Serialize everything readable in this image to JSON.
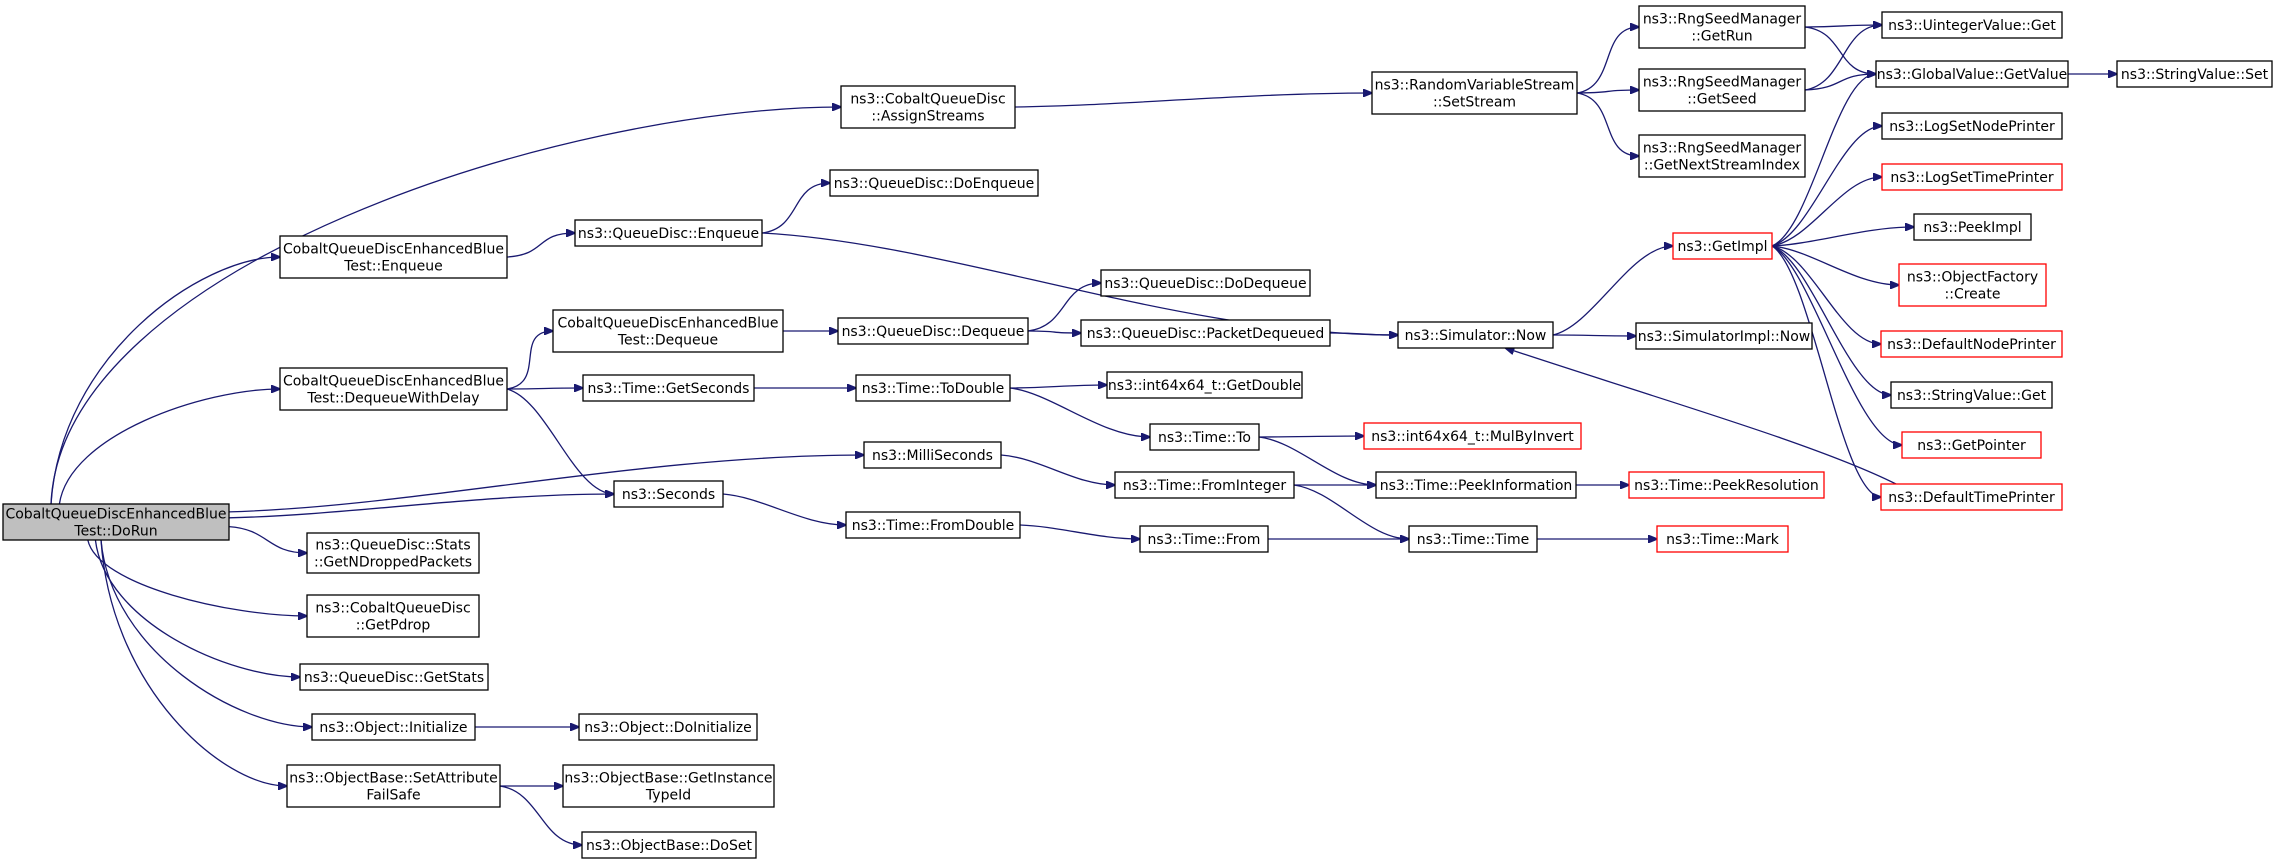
{
  "colors": {
    "edge": "#191970",
    "node_border": "#000000",
    "node_border_truncated": "#ff0000",
    "root_fill": "#bfbfbf"
  },
  "nodes": [
    {
      "id": "root",
      "lines": [
        "CobaltQueueDiscEnhancedBlue",
        "Test::DoRun"
      ],
      "style": "root"
    },
    {
      "id": "enqueue_test",
      "lines": [
        "CobaltQueueDiscEnhancedBlue",
        "Test::Enqueue"
      ]
    },
    {
      "id": "dequeue_delay",
      "lines": [
        "CobaltQueueDiscEnhancedBlue",
        "Test::DequeueWithDelay"
      ]
    },
    {
      "id": "stats_dropped",
      "lines": [
        "ns3::QueueDisc::Stats",
        "::GetNDroppedPackets"
      ]
    },
    {
      "id": "get_pdrop",
      "lines": [
        "ns3::CobaltQueueDisc",
        "::GetPdrop"
      ]
    },
    {
      "id": "get_stats",
      "lines": [
        "ns3::QueueDisc::GetStats"
      ]
    },
    {
      "id": "initialize",
      "lines": [
        "ns3::Object::Initialize"
      ]
    },
    {
      "id": "set_attr",
      "lines": [
        "ns3::ObjectBase::SetAttribute",
        "FailSafe"
      ]
    },
    {
      "id": "assign_streams",
      "lines": [
        "ns3::CobaltQueueDisc",
        "::AssignStreams"
      ]
    },
    {
      "id": "qd_doenqueue",
      "lines": [
        "ns3::QueueDisc::DoEnqueue"
      ]
    },
    {
      "id": "qd_enqueue",
      "lines": [
        "ns3::QueueDisc::Enqueue"
      ]
    },
    {
      "id": "dequeue_test",
      "lines": [
        "CobaltQueueDiscEnhancedBlue",
        "Test::Dequeue"
      ]
    },
    {
      "id": "get_seconds",
      "lines": [
        "ns3::Time::GetSeconds"
      ]
    },
    {
      "id": "seconds",
      "lines": [
        "ns3::Seconds"
      ]
    },
    {
      "id": "milliseconds",
      "lines": [
        "ns3::MilliSeconds"
      ]
    },
    {
      "id": "qd_dodequeue",
      "lines": [
        "ns3::QueueDisc::DoDequeue"
      ]
    },
    {
      "id": "qd_dequeue",
      "lines": [
        "ns3::QueueDisc::Dequeue"
      ]
    },
    {
      "id": "to_double",
      "lines": [
        "ns3::Time::ToDouble"
      ]
    },
    {
      "id": "from_double",
      "lines": [
        "ns3::Time::FromDouble"
      ]
    },
    {
      "id": "do_initialize",
      "lines": [
        "ns3::Object::DoInitialize"
      ]
    },
    {
      "id": "get_instance_typeid",
      "lines": [
        "ns3::ObjectBase::GetInstance",
        "TypeId"
      ]
    },
    {
      "id": "do_set",
      "lines": [
        "ns3::ObjectBase::DoSet"
      ]
    },
    {
      "id": "packet_dequeued",
      "lines": [
        "ns3::QueueDisc::PacketDequeued"
      ]
    },
    {
      "id": "int64_getdouble",
      "lines": [
        "ns3::int64x64_t::GetDouble"
      ]
    },
    {
      "id": "time_to",
      "lines": [
        "ns3::Time::To"
      ]
    },
    {
      "id": "from_integer",
      "lines": [
        "ns3::Time::FromInteger"
      ]
    },
    {
      "id": "time_from",
      "lines": [
        "ns3::Time::From"
      ]
    },
    {
      "id": "rvs_setstream",
      "lines": [
        "ns3::RandomVariableStream",
        "::SetStream"
      ]
    },
    {
      "id": "simulator_now",
      "lines": [
        "ns3::Simulator::Now"
      ]
    },
    {
      "id": "peek_information",
      "lines": [
        "ns3::Time::PeekInformation"
      ]
    },
    {
      "id": "time_time",
      "lines": [
        "ns3::Time::Time"
      ]
    },
    {
      "id": "rng_getrun",
      "lines": [
        "ns3::RngSeedManager",
        "::GetRun"
      ]
    },
    {
      "id": "rng_getseed",
      "lines": [
        "ns3::RngSeedManager",
        "::GetSeed"
      ]
    },
    {
      "id": "rng_nextstream",
      "lines": [
        "ns3::RngSeedManager",
        "::GetNextStreamIndex"
      ]
    },
    {
      "id": "get_impl",
      "lines": [
        "ns3::GetImpl"
      ],
      "style": "truncated"
    },
    {
      "id": "simimpl_now",
      "lines": [
        "ns3::SimulatorImpl::Now"
      ]
    },
    {
      "id": "mul_by_invert",
      "lines": [
        "ns3::int64x64_t::MulByInvert"
      ],
      "style": "truncated"
    },
    {
      "id": "peek_resolution",
      "lines": [
        "ns3::Time::PeekResolution"
      ],
      "style": "truncated"
    },
    {
      "id": "time_mark",
      "lines": [
        "ns3::Time::Mark"
      ],
      "style": "truncated"
    },
    {
      "id": "uinteger_get",
      "lines": [
        "ns3::UintegerValue::Get"
      ]
    },
    {
      "id": "global_getvalue",
      "lines": [
        "ns3::GlobalValue::GetValue"
      ]
    },
    {
      "id": "log_node_printer",
      "lines": [
        "ns3::LogSetNodePrinter"
      ]
    },
    {
      "id": "log_time_printer",
      "lines": [
        "ns3::LogSetTimePrinter"
      ],
      "style": "truncated"
    },
    {
      "id": "peek_impl",
      "lines": [
        "ns3::PeekImpl"
      ]
    },
    {
      "id": "factory_create",
      "lines": [
        "ns3::ObjectFactory",
        "::Create"
      ],
      "style": "truncated"
    },
    {
      "id": "default_node_printer",
      "lines": [
        "ns3::DefaultNodePrinter"
      ],
      "style": "truncated"
    },
    {
      "id": "string_get",
      "lines": [
        "ns3::StringValue::Get"
      ]
    },
    {
      "id": "get_pointer",
      "lines": [
        "ns3::GetPointer"
      ],
      "style": "truncated"
    },
    {
      "id": "default_time_printer",
      "lines": [
        "ns3::DefaultTimePrinter"
      ],
      "style": "truncated"
    },
    {
      "id": "string_set",
      "lines": [
        "ns3::StringValue::Set"
      ]
    }
  ],
  "edges": [
    [
      "root",
      "assign_streams"
    ],
    [
      "root",
      "enqueue_test"
    ],
    [
      "root",
      "dequeue_delay"
    ],
    [
      "root",
      "milliseconds"
    ],
    [
      "root",
      "seconds"
    ],
    [
      "root",
      "stats_dropped"
    ],
    [
      "root",
      "get_pdrop"
    ],
    [
      "root",
      "get_stats"
    ],
    [
      "root",
      "initialize"
    ],
    [
      "root",
      "set_attr"
    ],
    [
      "enqueue_test",
      "qd_enqueue"
    ],
    [
      "qd_enqueue",
      "qd_doenqueue"
    ],
    [
      "qd_enqueue",
      "simulator_now"
    ],
    [
      "dequeue_delay",
      "dequeue_test"
    ],
    [
      "dequeue_delay",
      "get_seconds"
    ],
    [
      "dequeue_delay",
      "seconds"
    ],
    [
      "dequeue_test",
      "qd_dequeue"
    ],
    [
      "qd_dequeue",
      "qd_dodequeue"
    ],
    [
      "qd_dequeue",
      "packet_dequeued"
    ],
    [
      "packet_dequeued",
      "simulator_now"
    ],
    [
      "get_seconds",
      "to_double"
    ],
    [
      "to_double",
      "int64_getdouble"
    ],
    [
      "to_double",
      "time_to"
    ],
    [
      "time_to",
      "mul_by_invert"
    ],
    [
      "time_to",
      "peek_information"
    ],
    [
      "milliseconds",
      "from_integer"
    ],
    [
      "from_integer",
      "peek_information"
    ],
    [
      "from_integer",
      "time_time"
    ],
    [
      "peek_information",
      "peek_resolution"
    ],
    [
      "seconds",
      "from_double"
    ],
    [
      "from_double",
      "time_from"
    ],
    [
      "time_from",
      "time_time"
    ],
    [
      "time_time",
      "time_mark"
    ],
    [
      "initialize",
      "do_initialize"
    ],
    [
      "set_attr",
      "get_instance_typeid"
    ],
    [
      "set_attr",
      "do_set"
    ],
    [
      "assign_streams",
      "rvs_setstream"
    ],
    [
      "rvs_setstream",
      "rng_getrun"
    ],
    [
      "rvs_setstream",
      "rng_getseed"
    ],
    [
      "rvs_setstream",
      "rng_nextstream"
    ],
    [
      "rng_getrun",
      "uinteger_get"
    ],
    [
      "rng_getrun",
      "global_getvalue"
    ],
    [
      "rng_getseed",
      "uinteger_get"
    ],
    [
      "rng_getseed",
      "global_getvalue"
    ],
    [
      "global_getvalue",
      "string_set"
    ],
    [
      "simulator_now",
      "get_impl"
    ],
    [
      "simulator_now",
      "simimpl_now"
    ],
    [
      "get_impl",
      "global_getvalue"
    ],
    [
      "get_impl",
      "log_node_printer"
    ],
    [
      "get_impl",
      "log_time_printer"
    ],
    [
      "get_impl",
      "peek_impl"
    ],
    [
      "get_impl",
      "factory_create"
    ],
    [
      "get_impl",
      "default_node_printer"
    ],
    [
      "get_impl",
      "string_get"
    ],
    [
      "get_impl",
      "get_pointer"
    ],
    [
      "get_impl",
      "default_time_printer"
    ],
    [
      "default_time_printer",
      "simulator_now"
    ]
  ]
}
